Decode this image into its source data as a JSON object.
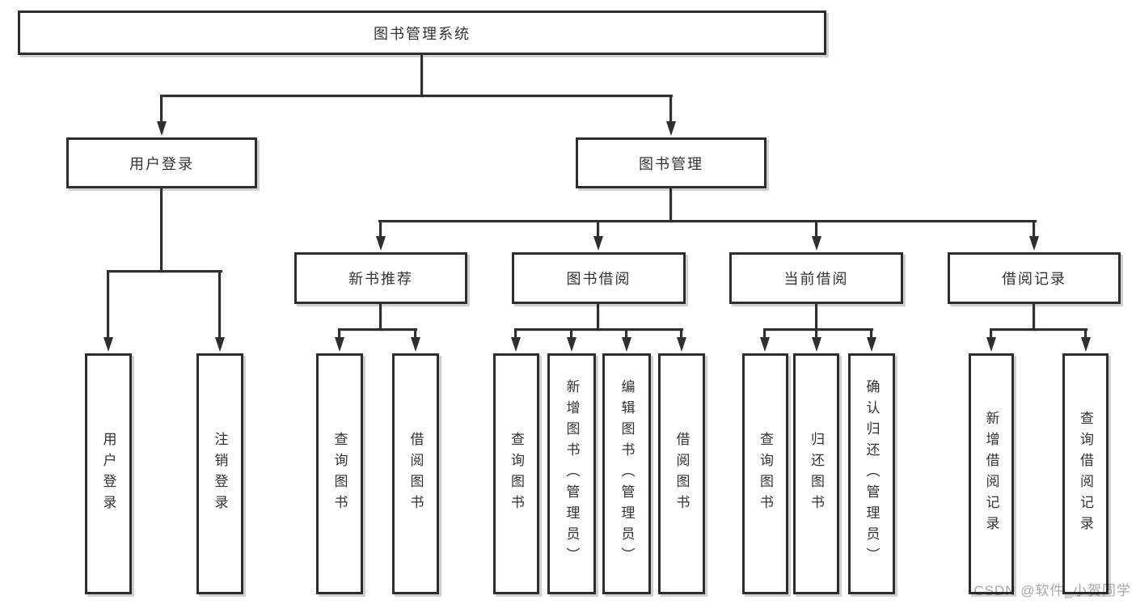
{
  "diagram": {
    "type": "hierarchy-tree",
    "colors": {
      "line": "#2f2f2f",
      "box_border": "#2d2d2d",
      "box_fill": "#ffffff",
      "text": "#333333",
      "watermark": "#a8a8a8"
    },
    "root": {
      "label": "图书管理系统"
    },
    "branches": [
      {
        "label": "用户登录",
        "children": [
          {
            "label": "用户登录"
          },
          {
            "label": "注销登录"
          }
        ]
      },
      {
        "label": "图书管理",
        "groups": [
          {
            "label": "新书推荐",
            "children": [
              {
                "label": "查询图书"
              },
              {
                "label": "借阅图书"
              }
            ]
          },
          {
            "label": "图书借阅",
            "children": [
              {
                "label": "查询图书"
              },
              {
                "label": "新增图书（管理员）"
              },
              {
                "label": "编辑图书（管理员）"
              },
              {
                "label": "借阅图书"
              }
            ]
          },
          {
            "label": "当前借阅",
            "children": [
              {
                "label": "查询图书"
              },
              {
                "label": "归还图书"
              },
              {
                "label": "确认归还（管理员）"
              }
            ]
          },
          {
            "label": "借阅记录",
            "children": [
              {
                "label": "新增借阅记录"
              },
              {
                "label": "查询借阅记录"
              }
            ]
          }
        ]
      }
    ]
  },
  "watermark": {
    "text": "CSDN @软件_小贺同学"
  }
}
